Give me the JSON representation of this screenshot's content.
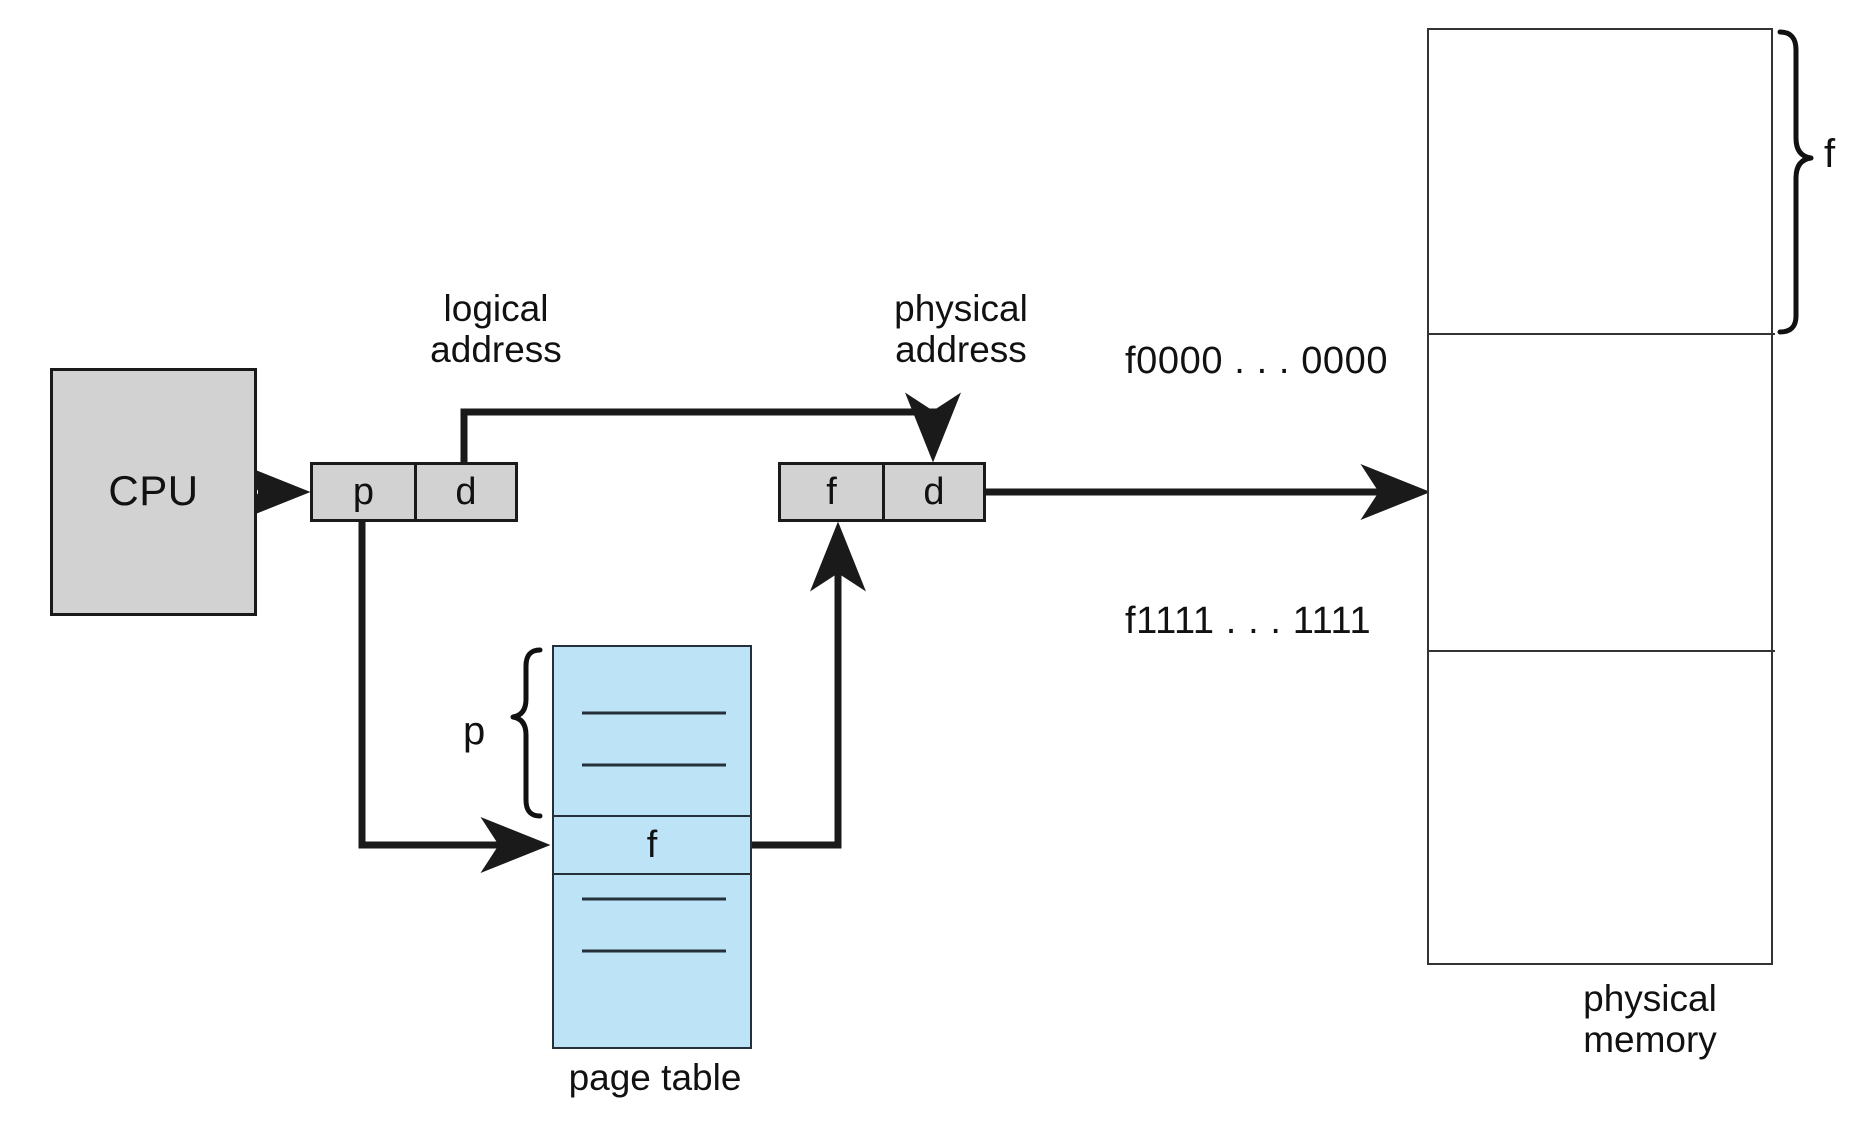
{
  "diagram": {
    "title": "paging-hardware-address-translation",
    "cpu": {
      "label": "CPU"
    },
    "logical_address": {
      "caption": "logical\naddress",
      "cells": [
        {
          "name": "page-number",
          "label": "p"
        },
        {
          "name": "page-offset",
          "label": "d"
        }
      ]
    },
    "physical_address": {
      "caption": "physical\naddress",
      "cells": [
        {
          "name": "frame-number",
          "label": "f"
        },
        {
          "name": "frame-offset",
          "label": "d"
        }
      ]
    },
    "page_table": {
      "caption": "page table",
      "index_brace_label": "p",
      "selected_entry_label": "f",
      "fill_color": "#bde3f7",
      "entries_above": 2,
      "entries_below": 2
    },
    "physical_memory": {
      "caption": "physical\nmemory",
      "frame_brace_label": "f",
      "address_low": "f0000 . . . 0000",
      "address_high": "f1111 . . . 1111",
      "frames": 3
    },
    "colors": {
      "cpu_fill": "#d2d2d2",
      "address_fill": "#d2d2d2",
      "page_table_fill": "#bde3f7",
      "stroke": "#1a1a1a",
      "page_table_stroke": "#24303a",
      "memory_stroke": "#333333"
    }
  }
}
